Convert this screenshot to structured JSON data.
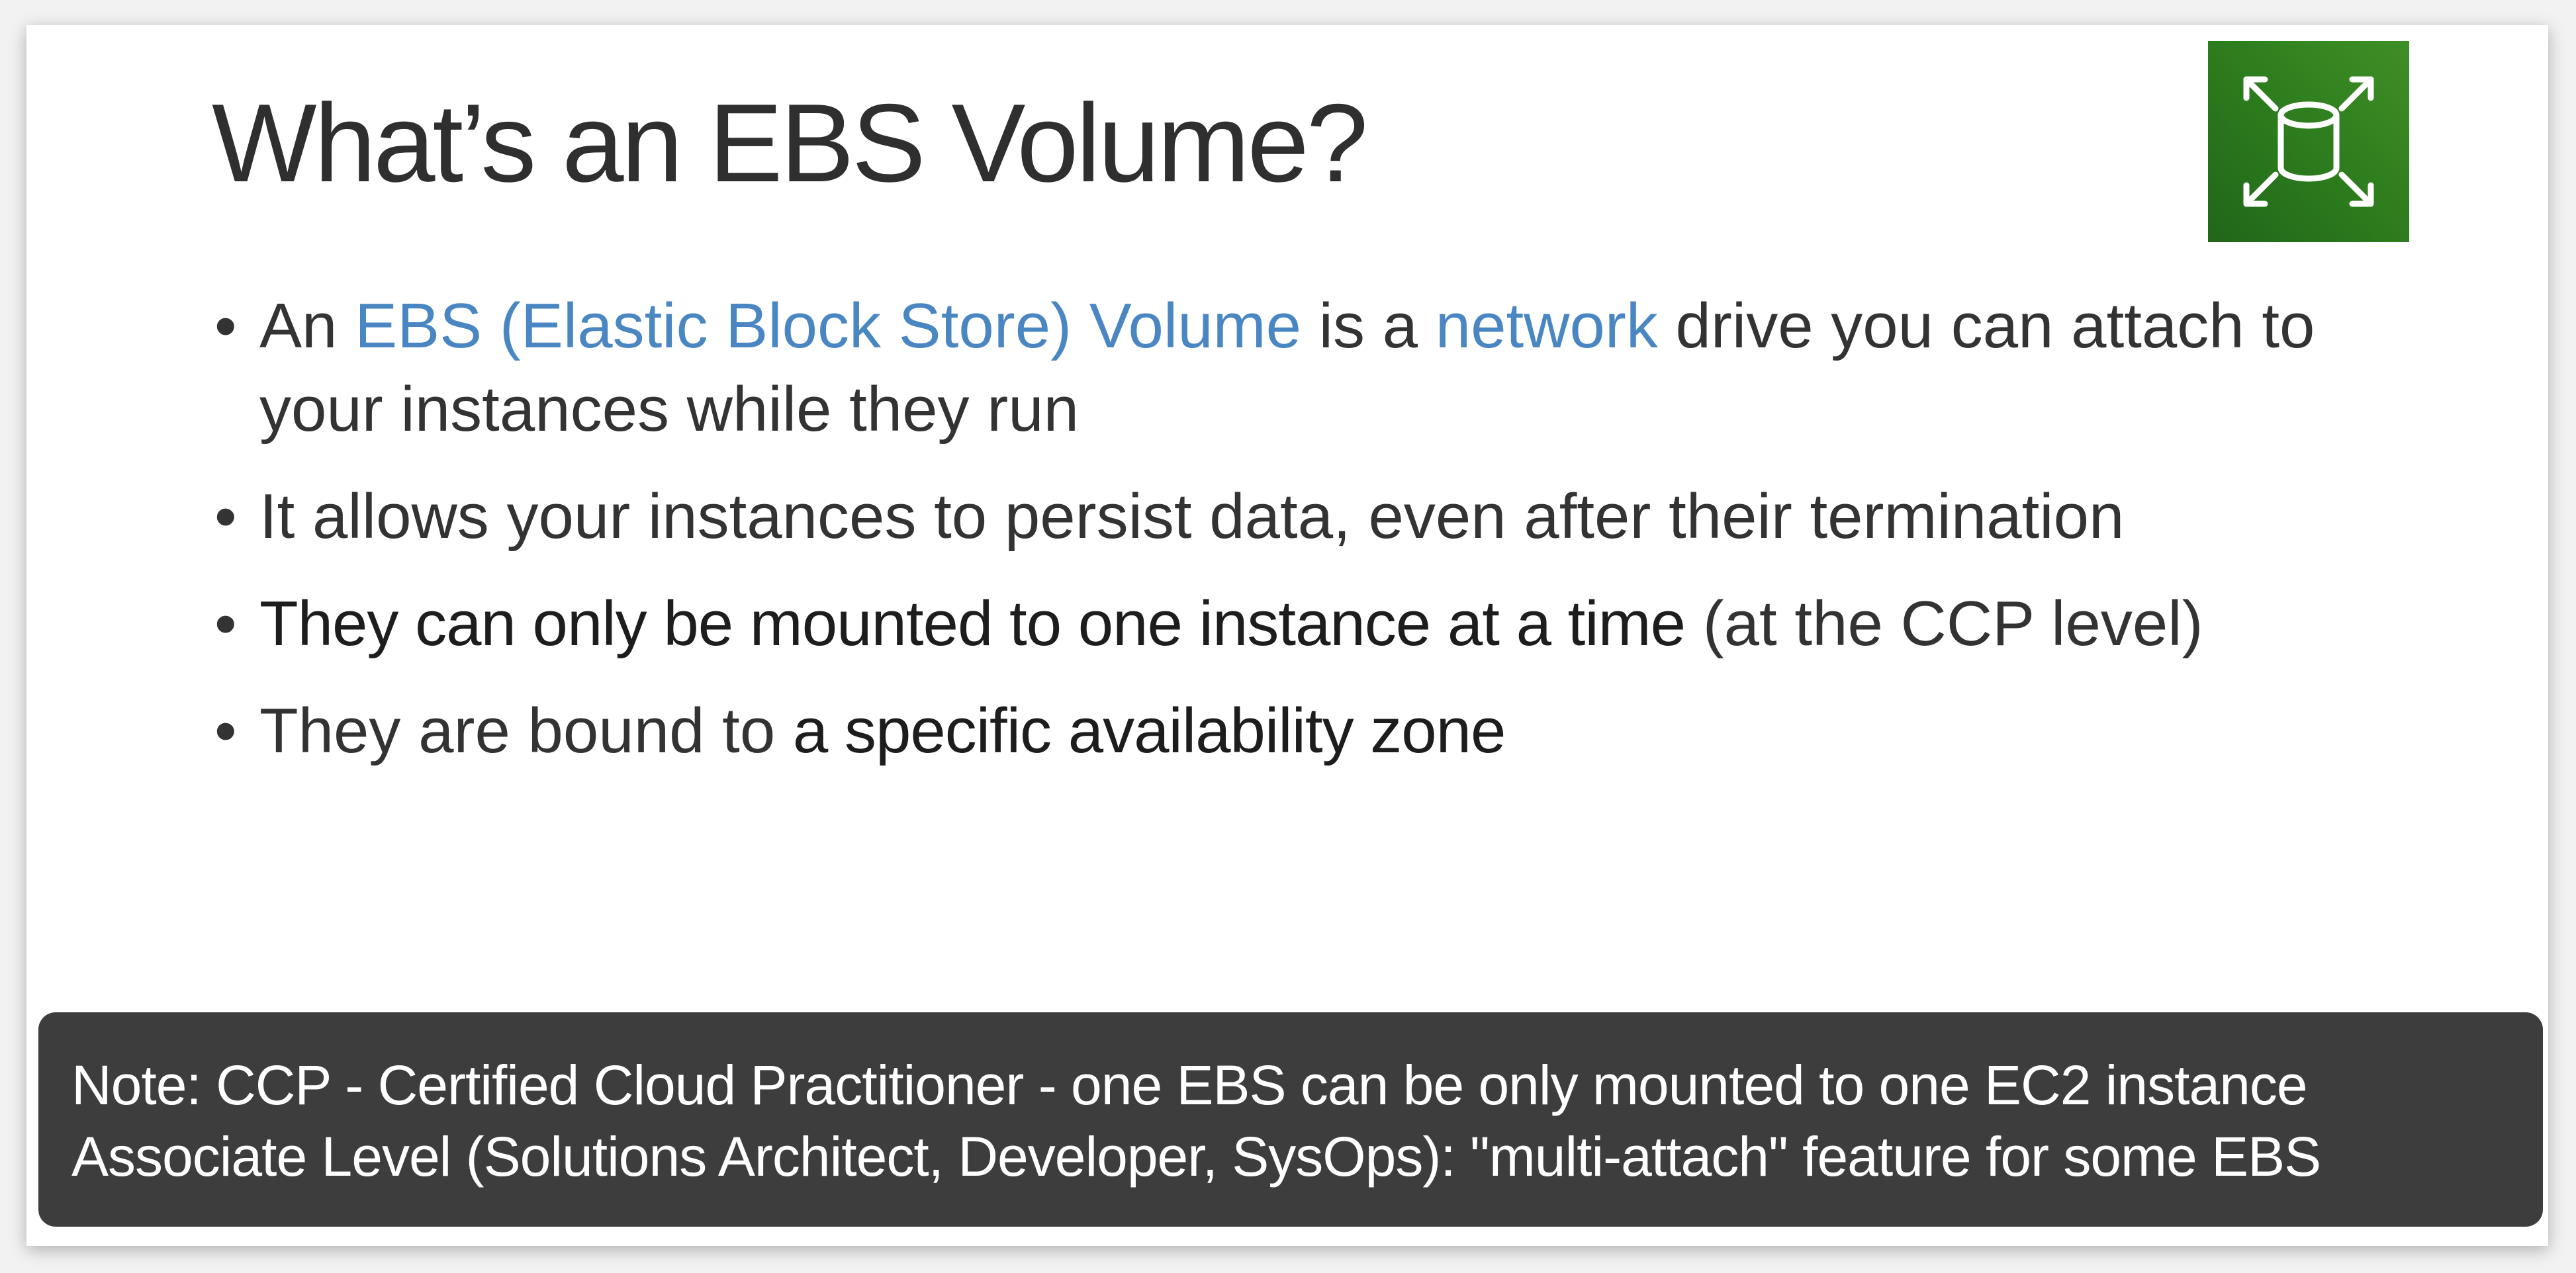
{
  "slide": {
    "title": "What’s an EBS Volume?",
    "icon": "ebs-volume-expand-icon",
    "icon_color": "#2f7d1f",
    "highlight_color": "#4a87c2",
    "bullets": [
      {
        "parts": [
          {
            "text": "An ",
            "style": "normal"
          },
          {
            "text": "EBS (Elastic Block Store) Volume",
            "style": "highlight"
          },
          {
            "text": " is a ",
            "style": "normal"
          },
          {
            "text": "network",
            "style": "highlight"
          },
          {
            "text": " drive you can attach to your instances while they run",
            "style": "normal"
          }
        ]
      },
      {
        "parts": [
          {
            "text": "It allows your instances to persist data, even after their termination",
            "style": "normal"
          }
        ]
      },
      {
        "parts": [
          {
            "text": "They can only be mounted to one instance at a time",
            "style": "dark"
          },
          {
            "text": " (at the CCP level)",
            "style": "normal"
          }
        ]
      },
      {
        "parts": [
          {
            "text": "They are bound to ",
            "style": "normal"
          },
          {
            "text": "a specific availability zone",
            "style": "dark"
          }
        ]
      }
    ]
  },
  "note": {
    "line1": "Note: CCP - Certified Cloud Practitioner - one EBS can be only mounted to one EC2 instance",
    "line2": "Associate Level (Solutions Architect, Developer, SysOps): \"multi-attach\" feature for some EBS"
  }
}
